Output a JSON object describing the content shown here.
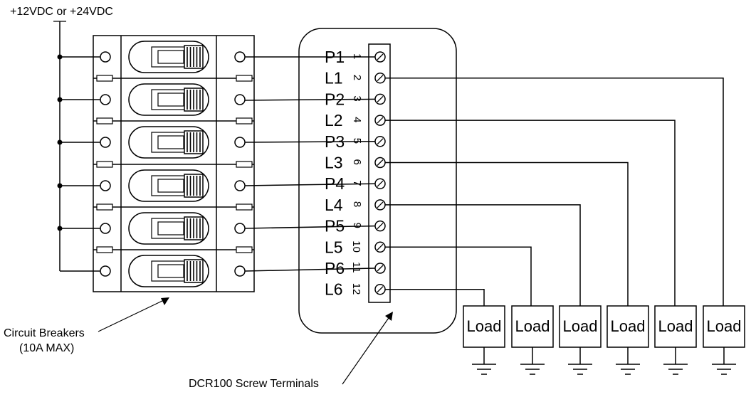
{
  "supply_label": "+12VDC or +24VDC",
  "breakers_label_line1": "Circuit Breakers",
  "breakers_label_line2": "(10A MAX)",
  "terminals_label": "DCR100 Screw Terminals",
  "terminals": [
    {
      "label": "P1",
      "num": "1"
    },
    {
      "label": "L1",
      "num": "2"
    },
    {
      "label": "P2",
      "num": "3"
    },
    {
      "label": "L2",
      "num": "4"
    },
    {
      "label": "P3",
      "num": "5"
    },
    {
      "label": "L3",
      "num": "6"
    },
    {
      "label": "P4",
      "num": "7"
    },
    {
      "label": "L4",
      "num": "8"
    },
    {
      "label": "P5",
      "num": "9"
    },
    {
      "label": "L5",
      "num": "10"
    },
    {
      "label": "P6",
      "num": "11"
    },
    {
      "label": "L6",
      "num": "12"
    }
  ],
  "load_label": "Load",
  "load_count": 6,
  "breaker_count": 6
}
